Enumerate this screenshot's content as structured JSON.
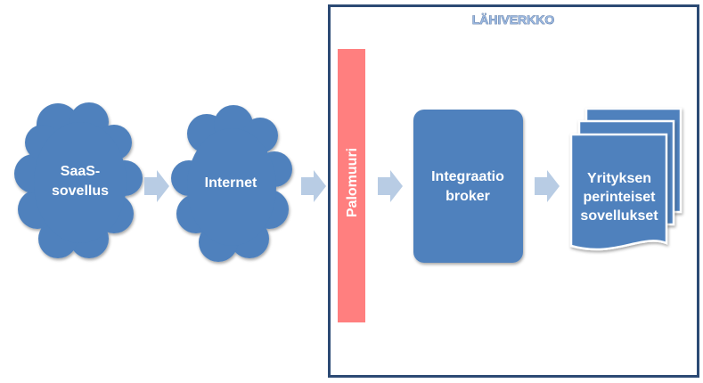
{
  "diagram": {
    "lan_title": "LÄHIVERKKO",
    "saas_label_line1": "SaaS-",
    "saas_label_line2": "sovellus",
    "internet_label": "Internet",
    "firewall_label": "Palomuuri",
    "broker_label_line1": "Integraatio",
    "broker_label_line2": "broker",
    "legacy_label_line1": "Yrityksen",
    "legacy_label_line2": "perinteiset",
    "legacy_label_line3": "sovellukset"
  },
  "colors": {
    "node_fill": "#4f81bd",
    "lan_border": "#2c4a74",
    "firewall_fill": "#ff7f7f",
    "arrow_fill": "#b8cce4"
  }
}
